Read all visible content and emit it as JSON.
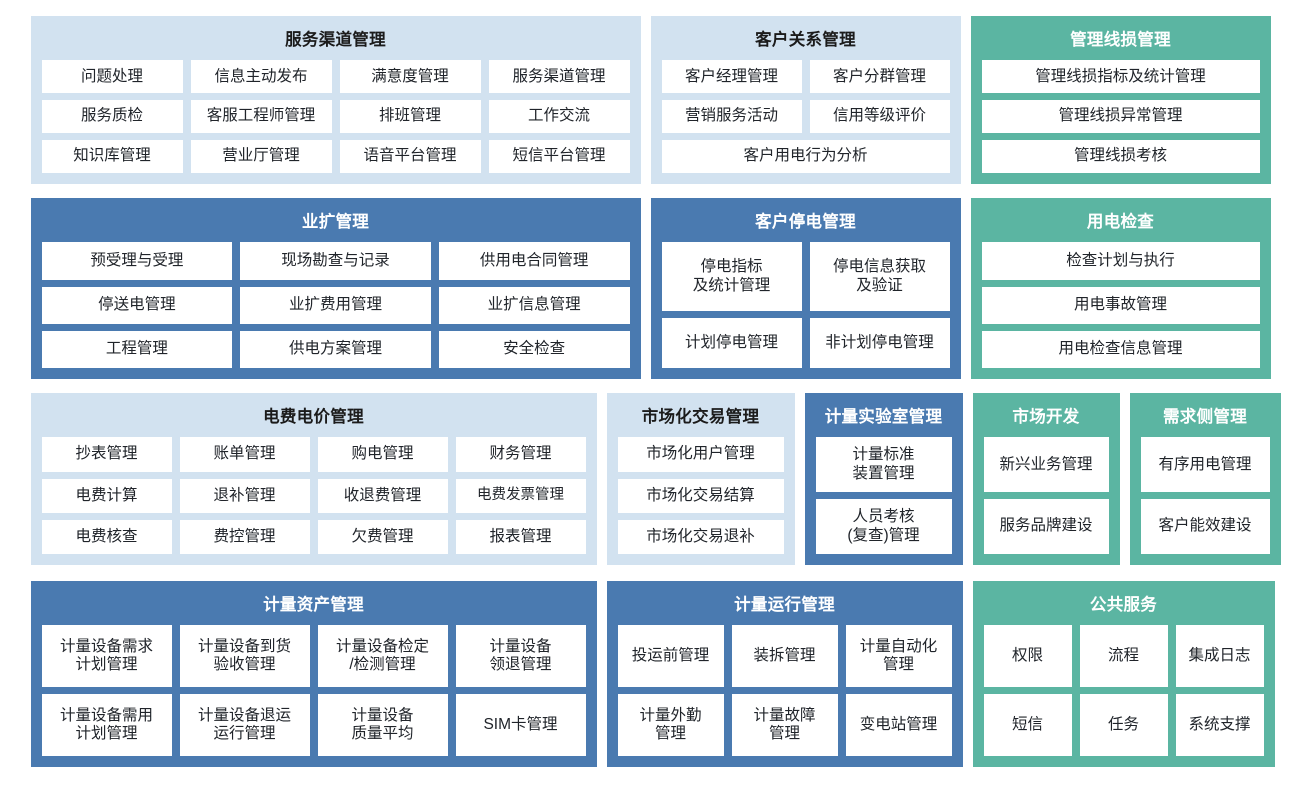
{
  "theme": {
    "page_background": "#ffffff",
    "panel_light": "#d2e2f0",
    "panel_blue": "#4a7ab0",
    "panel_teal": "#5bb5a2",
    "cell_background": "#ffffff",
    "cell_text": "#20242a",
    "title_dark": "#1b1b1b",
    "title_light": "#ffffff"
  },
  "rows": [
    {
      "id": "row1",
      "panels": [
        {
          "id": "service-channel-management",
          "style": "light",
          "title": "服务渠道管理",
          "grid": [
            [
              "问题处理",
              "信息主动发布",
              "满意度管理",
              "服务渠道管理"
            ],
            [
              "服务质检",
              "客服工程师管理",
              "排班管理",
              "工作交流"
            ],
            [
              "知识库管理",
              "营业厅管理",
              "语音平台管理",
              "短信平台管理"
            ]
          ]
        },
        {
          "id": "customer-relationship-management",
          "style": "light",
          "title": "客户关系管理",
          "grid": [
            [
              "客户经理管理",
              "客户分群管理"
            ],
            [
              "营销服务活动",
              "信用等级评价"
            ],
            [
              "客户用电行为分析"
            ]
          ],
          "spans": [
            [
              1,
              1
            ],
            [
              1,
              1
            ],
            [
              2
            ]
          ]
        },
        {
          "id": "management-line-loss-management",
          "style": "teal",
          "title": "管理线损管理",
          "grid": [
            [
              "管理线损指标及统计管理"
            ],
            [
              "管理线损异常管理"
            ],
            [
              "管理线损考核"
            ]
          ]
        }
      ]
    },
    {
      "id": "row2",
      "panels": [
        {
          "id": "business-expansion-management",
          "style": "blue",
          "title": "业扩管理",
          "grid": [
            [
              "预受理与受理",
              "现场勘查与记录",
              "供用电合同管理"
            ],
            [
              "停送电管理",
              "业扩费用管理",
              "业扩信息管理"
            ],
            [
              "工程管理",
              "供电方案管理",
              "安全检查"
            ]
          ]
        },
        {
          "id": "customer-outage-management",
          "style": "blue",
          "title": "客户停电管理",
          "grid": [
            [
              "停电指标\n及统计管理",
              "停电信息获取\n及验证"
            ],
            [
              "计划停电管理",
              "非计划停电管理"
            ]
          ]
        },
        {
          "id": "electricity-inspection",
          "style": "teal",
          "title": "用电检查",
          "grid": [
            [
              "检查计划与执行"
            ],
            [
              "用电事故管理"
            ],
            [
              "用电检查信息管理"
            ]
          ]
        }
      ]
    },
    {
      "id": "row3",
      "panels": [
        {
          "id": "electricity-fee-price-management",
          "style": "light",
          "title": "电费电价管理",
          "grid": [
            [
              "抄表管理",
              "账单管理",
              "购电管理",
              "财务管理"
            ],
            [
              "电费计算",
              "退补管理",
              "收退费管理",
              "电费发票管理"
            ],
            [
              "电费核查",
              "费控管理",
              "欠费管理",
              "报表管理"
            ]
          ]
        },
        {
          "id": "market-transaction-management",
          "style": "light",
          "title": "市场化交易管理",
          "grid": [
            [
              "市场化用户管理"
            ],
            [
              "市场化交易结算"
            ],
            [
              "市场化交易退补"
            ]
          ]
        },
        {
          "id": "metering-laboratory-management",
          "style": "blue",
          "title": "计量实验室管理",
          "grid": [
            [
              "计量标准\n装置管理"
            ],
            [
              "人员考核\n(复查)管理"
            ]
          ]
        },
        {
          "id": "market-development",
          "style": "teal",
          "title": "市场开发",
          "grid": [
            [
              "新兴业务管理"
            ],
            [
              "服务品牌建设"
            ]
          ]
        },
        {
          "id": "demand-side-management",
          "style": "teal",
          "title": "需求侧管理",
          "grid": [
            [
              "有序用电管理"
            ],
            [
              "客户能效建设"
            ]
          ]
        }
      ]
    },
    {
      "id": "row4",
      "panels": [
        {
          "id": "metering-asset-management",
          "style": "blue",
          "title": "计量资产管理",
          "grid": [
            [
              "计量设备需求\n计划管理",
              "计量设备到货\n验收管理",
              "计量设备检定\n/检测管理",
              "计量设备\n领退管理"
            ],
            [
              "计量设备需用\n计划管理",
              "计量设备退运\n运行管理",
              "计量设备\n质量平均",
              "SIM卡管理"
            ]
          ]
        },
        {
          "id": "metering-operation-management",
          "style": "blue",
          "title": "计量运行管理",
          "grid": [
            [
              "投运前管理",
              "装拆管理",
              "计量自动化\n管理"
            ],
            [
              "计量外勤\n管理",
              "计量故障\n管理",
              "变电站管理"
            ]
          ]
        },
        {
          "id": "public-services",
          "style": "teal",
          "title": "公共服务",
          "grid": [
            [
              "权限",
              "流程",
              "集成日志"
            ],
            [
              "短信",
              "任务",
              "系统支撑"
            ]
          ]
        }
      ]
    }
  ]
}
